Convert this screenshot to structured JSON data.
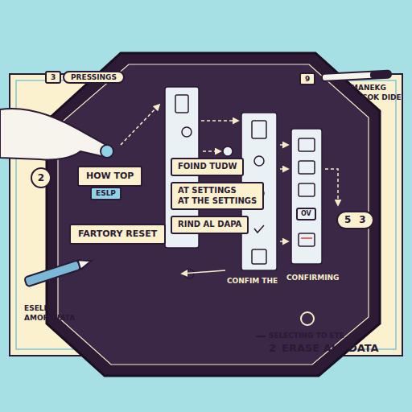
{
  "diagram": {
    "nodes": [
      {
        "text": [
          "HOW TOP"
        ]
      },
      {
        "text": [
          "ESLP"
        ]
      },
      {
        "text": [
          "FARTORY RESET"
        ]
      },
      {
        "text": [
          "FOIND TUDW"
        ]
      },
      {
        "text": [
          "AT SETTINGS",
          "AT THE SETTINGS"
        ]
      },
      {
        "text": [
          "RIND AL DAPA"
        ]
      },
      {
        "text": [
          "2"
        ]
      },
      {
        "text": [
          "5",
          "3"
        ]
      },
      {
        "text": [
          "OV"
        ]
      }
    ],
    "labels": [
      "3",
      "PRESSINGS",
      "9",
      "MANEKG",
      "BACOK DIDE",
      "CONFIM THE",
      "CONFIRMING",
      "SELECTING TO ETE",
      "2",
      "ERASE ALL DATA",
      "ESELER",
      "AMOR DIATA"
    ]
  }
}
